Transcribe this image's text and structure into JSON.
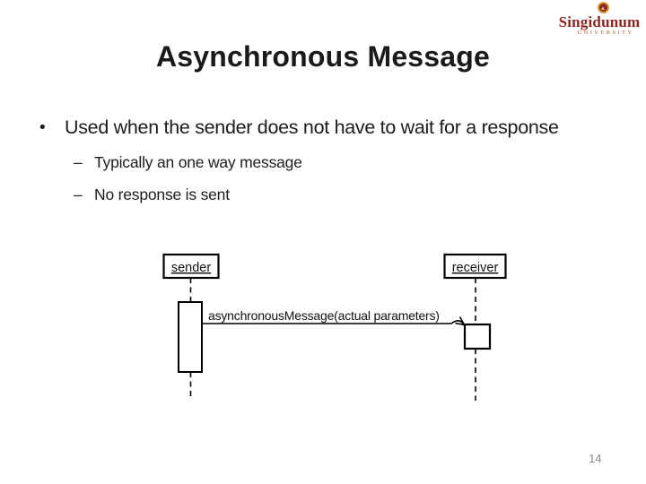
{
  "logo": {
    "name": "Singidunum",
    "subtitle": "University"
  },
  "title": "Asynchronous Message",
  "bullets": {
    "marker": "•",
    "sub_marker": "–",
    "main": "Used when the sender does not have to wait for a response",
    "sub": [
      {
        "label": "Typically an one way message"
      },
      {
        "label": "No response is sent"
      }
    ]
  },
  "diagram": {
    "type": "uml-sequence",
    "sender_label": "sender",
    "receiver_label": "receiver",
    "message_label": "asynchronousMessage(actual parameters)"
  },
  "page_number": "14",
  "colors": {
    "background": "#ffffff",
    "text": "#1c1c1c",
    "diagram_stroke": "#000000",
    "logo_maroon": "#8b2620",
    "logo_orange": "#b5542c",
    "logo_gold": "#d39a3a",
    "page_number_gray": "#8a8a8a"
  }
}
